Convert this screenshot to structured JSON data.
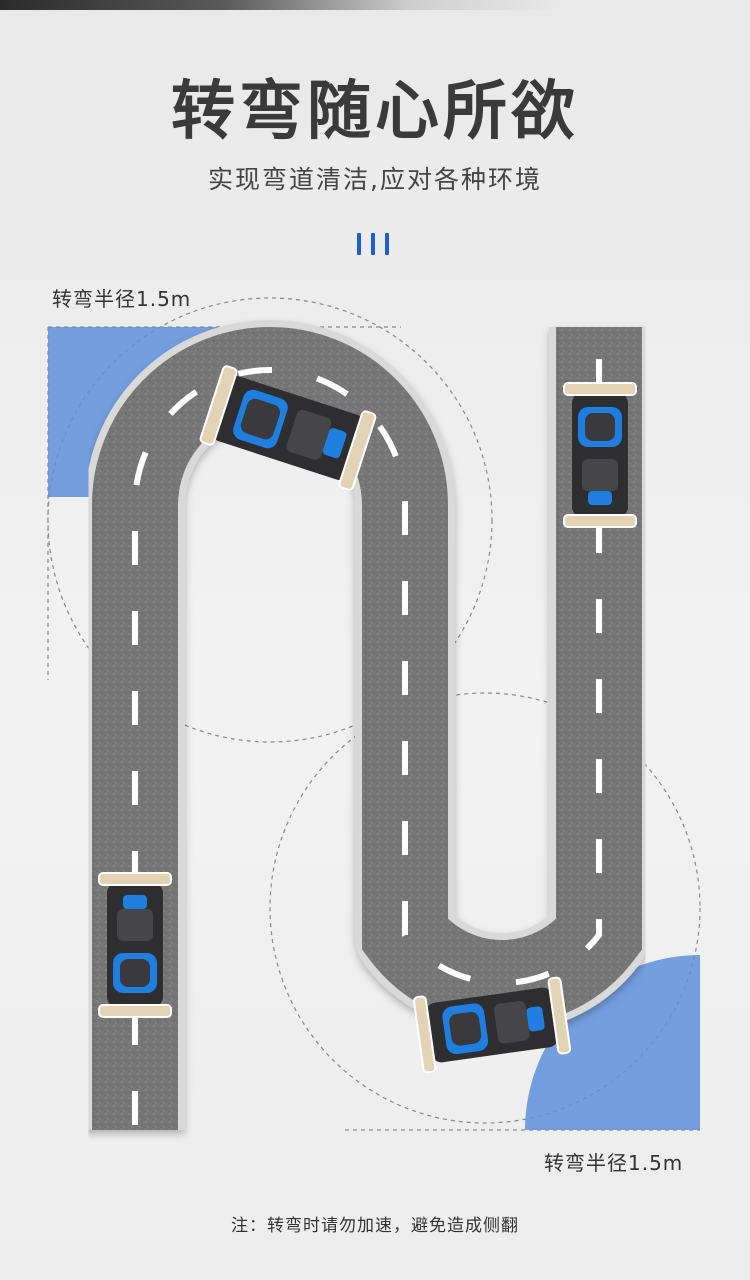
{
  "header": {
    "title": "转弯随心所欲",
    "subtitle": "实现弯道清洁,应对各种环境"
  },
  "labels": {
    "turn_radius_top": "转弯半径1.5m",
    "turn_radius_bottom": "转弯半径1.5m"
  },
  "footer": {
    "note": "注：转弯时请勿加速，避免造成侧翻"
  },
  "colors": {
    "accent_blue": "#1d5fd0",
    "radius_zone_blue": "#5f8fdc",
    "road_asphalt": "#7a7a7a",
    "road_curb": "#d6d6d6",
    "lane_marking": "#ffffff",
    "background": "#eeeeee"
  },
  "icons": [
    "turn-radius-zone-icon",
    "cleaning-machine-icon"
  ]
}
